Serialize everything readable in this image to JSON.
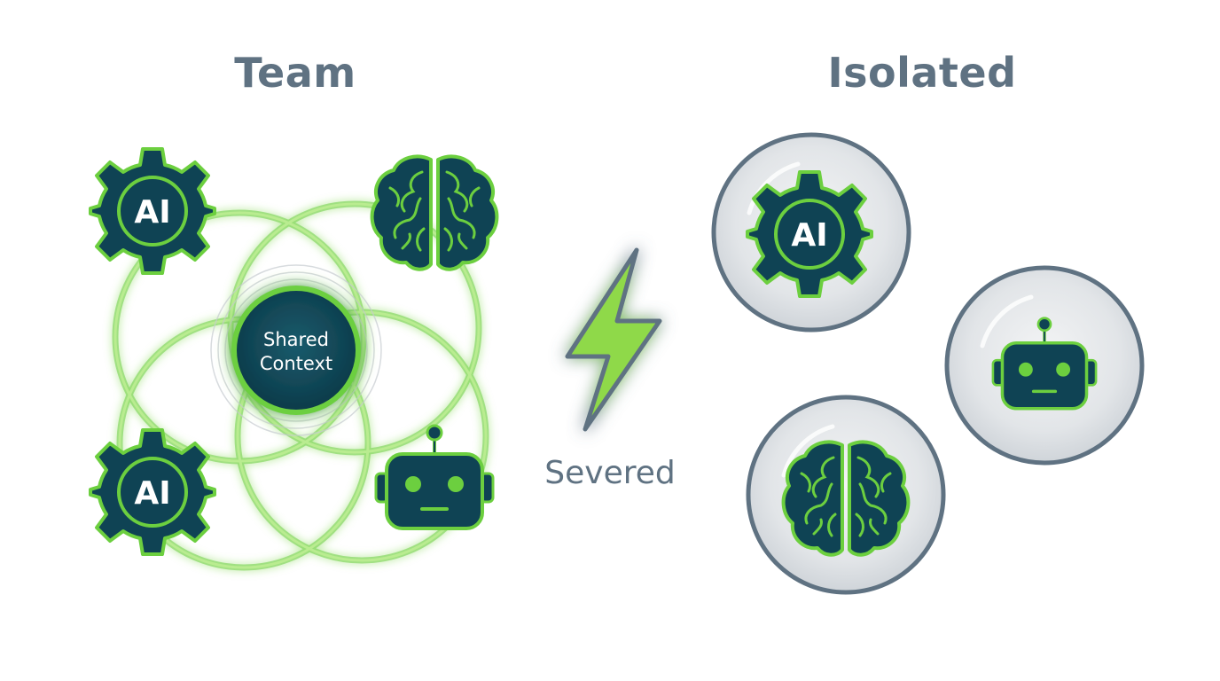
{
  "headings": {
    "team": "Team",
    "isolated": "Isolated"
  },
  "hub": {
    "line1": "Shared",
    "line2": "Context"
  },
  "divider_label": "Severed",
  "node_labels": {
    "team_gear_top": "AI",
    "team_gear_bottom": "AI",
    "isolated_gear": "AI"
  },
  "icons": {
    "team": [
      "gear-icon",
      "brain-icon",
      "gear-icon",
      "robot-icon"
    ],
    "divider": "lightning-bolt-icon",
    "isolated": [
      "gear-icon",
      "robot-icon",
      "brain-icon"
    ]
  },
  "colors": {
    "icon_fill": "#0f4354",
    "accent_green": "#6ccf3f",
    "ring_green": "#a6e07a",
    "heading_gray": "#5f7282",
    "bubble_border": "#5f7282",
    "bubble_fill": "#e3e6e9"
  }
}
